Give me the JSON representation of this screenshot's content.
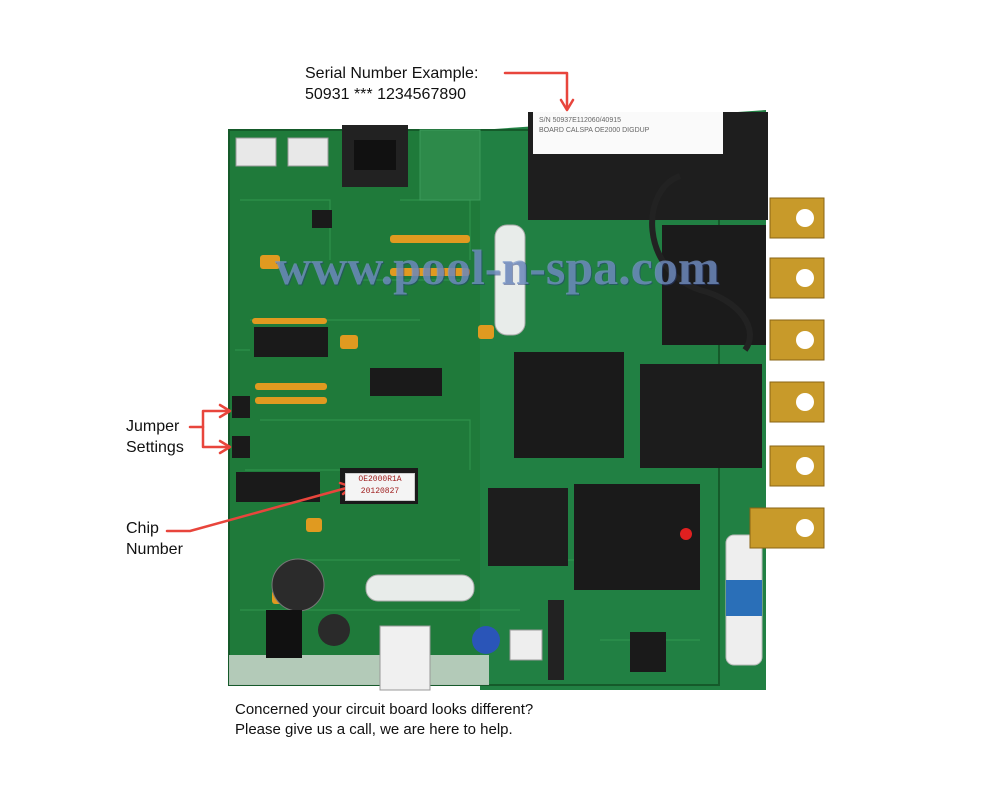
{
  "callouts": {
    "serial": {
      "line1": "Serial Number Example:",
      "line2": "50931 *** 1234567890"
    },
    "jumper": {
      "line1": "Jumper",
      "line2": "Settings"
    },
    "chip": {
      "line1": "Chip",
      "line2": "Number"
    }
  },
  "watermark": "www.pool-n-spa.com",
  "board_labels": {
    "chip_label_line1": "OE2000R1A",
    "chip_label_line2": "20120827",
    "serial_sticker_line1": "S/N 50937E112060/40915",
    "serial_sticker_line2": "BOARD CALSPA OE2000 DIGDUP"
  },
  "footer": {
    "line1": "Concerned your circuit board looks different?",
    "line2": "Please give us a call, we are here to help."
  },
  "colors": {
    "pcb_green": "#1f7a3a",
    "callout_arrow": "#e8453c",
    "watermark": "#7896c8"
  }
}
